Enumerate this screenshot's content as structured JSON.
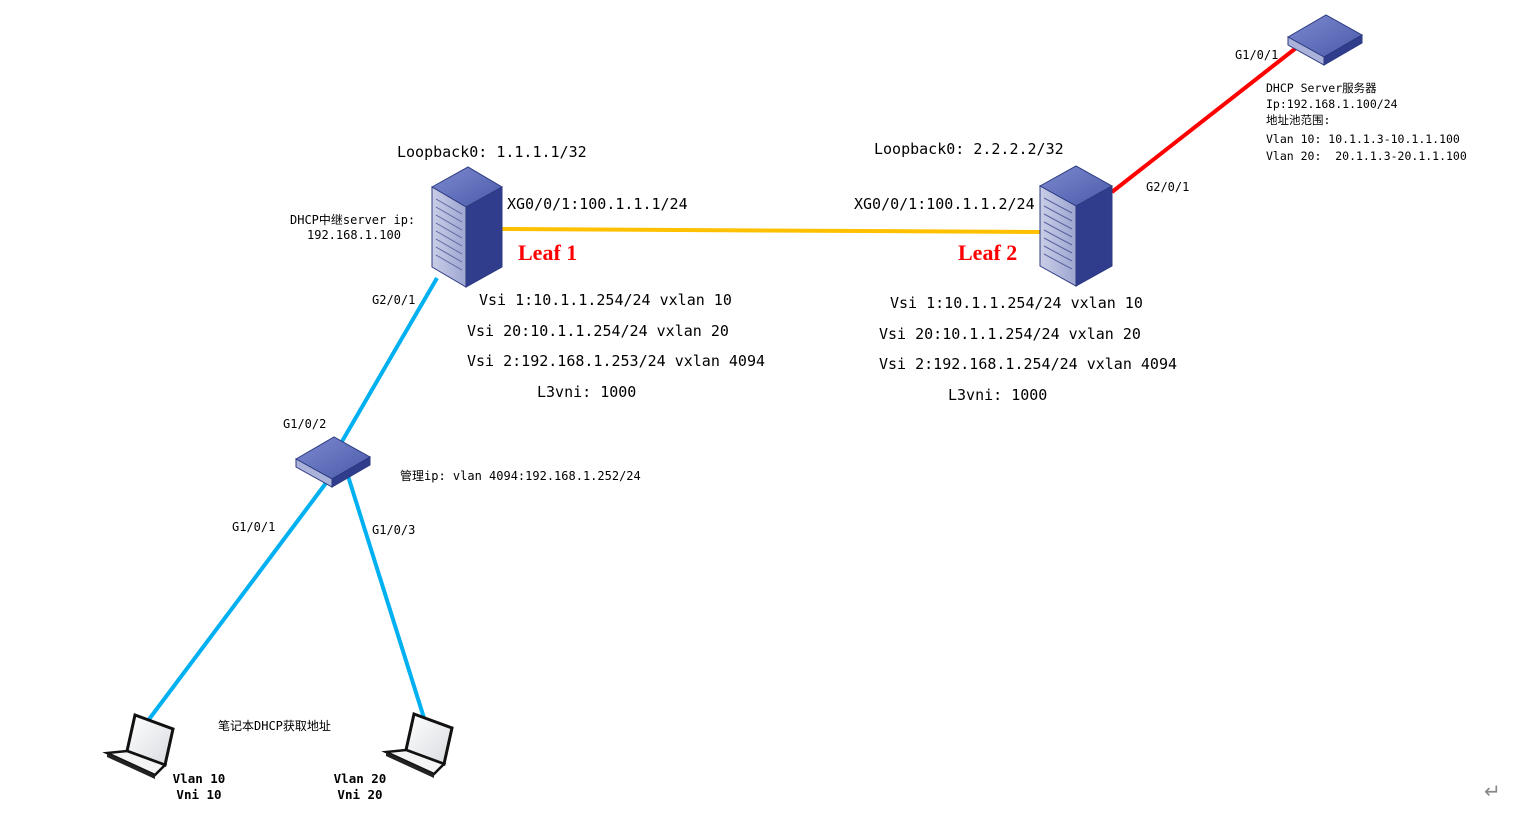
{
  "leaf1": {
    "name": "Leaf 1",
    "loopback": "Loopback0: 1.1.1.1/32",
    "uplink": "XG0/0/1:100.1.1.1/24",
    "downlink_port": "G2/0/1",
    "relay_line1": "DHCP中继server ip:",
    "relay_line2": "192.168.1.100",
    "vsi1": "Vsi 1:10.1.1.254/24 vxlan 10",
    "vsi20": "Vsi 20:10.1.1.254/24 vxlan 20",
    "vsi2": "Vsi 2:192.168.1.253/24 vxlan 4094",
    "l3vni": "L3vni: 1000"
  },
  "leaf2": {
    "name": "Leaf 2",
    "loopback": "Loopback0: 2.2.2.2/32",
    "uplink": "XG0/0/1:100.1.1.2/24",
    "server_port": "G2/0/1",
    "vsi1": "Vsi 1:10.1.1.254/24 vxlan 10",
    "vsi20": "Vsi 20:10.1.1.254/24 vxlan 20",
    "vsi2": "Vsi 2:192.168.1.254/24 vxlan 4094",
    "l3vni": "L3vni: 1000"
  },
  "dhcp_server": {
    "port": "G1/0/1",
    "line1": "DHCP Server服务器",
    "line2": "Ip:192.168.1.100/24",
    "line3": "地址池范围:",
    "line4": "Vlan 10: 10.1.1.3-10.1.1.100",
    "line5": "Vlan 20:  20.1.1.3-20.1.1.100"
  },
  "access_switch": {
    "uplink_port": "G1/0/2",
    "mgmt": "管理ip: vlan 4094:192.168.1.252/24",
    "port_left": "G1/0/1",
    "port_right": "G1/0/3"
  },
  "laptops": {
    "caption": "笔记本DHCP获取地址",
    "left_vlan": "Vlan 10",
    "left_vni": "Vni 10",
    "right_vlan": "Vlan 20",
    "right_vni": "Vni 20"
  },
  "colors": {
    "leaf_link": "#ffc000",
    "server_link": "#ff0000",
    "access_link": "#00b0f0",
    "device": "#3b4a9a",
    "leaf_label": "#ff0000"
  },
  "icons": [
    "core-switch-icon",
    "access-switch-icon",
    "laptop-icon",
    "return-arrow-icon"
  ]
}
